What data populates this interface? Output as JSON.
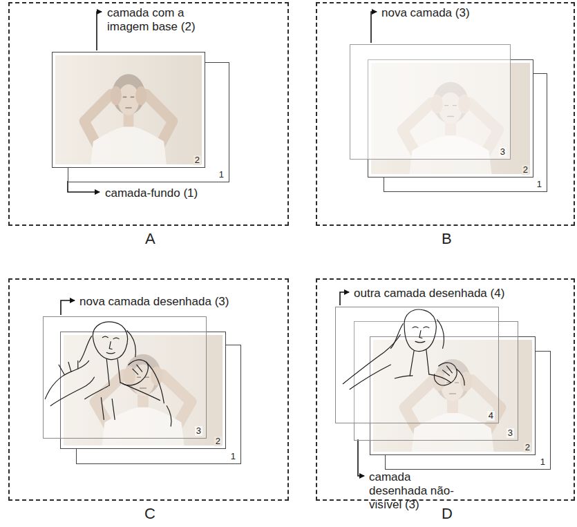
{
  "diagram": {
    "nodes": [
      {
        "text": [
          "camada com a imagem base (2)",
          "camada-fundo (1)",
          "A"
        ]
      },
      {
        "text": [
          "1"
        ],
        "in": 0
      },
      {
        "text": [
          "2"
        ],
        "in": 0
      },
      {
        "text": [
          "nova camada (3)",
          "B"
        ]
      },
      {
        "text": [
          "1"
        ],
        "in": 3
      },
      {
        "text": [
          "2"
        ],
        "in": 3
      },
      {
        "text": [
          "3"
        ],
        "in": 3
      },
      {
        "text": [
          "nova camada desenhada (3)",
          "C"
        ]
      },
      {
        "text": [
          "1"
        ],
        "in": 7
      },
      {
        "text": [
          "2"
        ],
        "in": 7
      },
      {
        "text": [
          "3"
        ],
        "in": 7
      },
      {
        "text": [
          "outra camada desenhada (4)",
          "camada desenhada não-visível (3)",
          "D"
        ]
      },
      {
        "text": [
          "1"
        ],
        "in": 11
      },
      {
        "text": [
          "2"
        ],
        "in": 11
      },
      {
        "text": [
          "3"
        ],
        "in": 11
      },
      {
        "text": [
          "4"
        ],
        "in": 11
      }
    ]
  }
}
